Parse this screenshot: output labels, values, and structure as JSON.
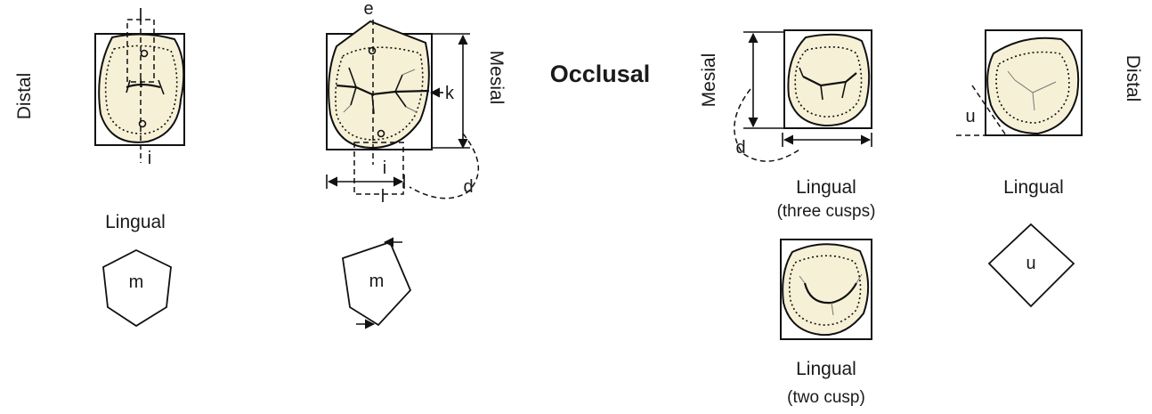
{
  "title": "Occlusal",
  "labels": {
    "distal": "Distal",
    "mesial": "Mesial",
    "lingual": "Lingual",
    "three_cusps": "(three cusps)",
    "two_cusp": "(two cusp)"
  },
  "letters": {
    "l": "l",
    "i": "i",
    "e": "e",
    "k": "k",
    "d": "d",
    "u": "u",
    "m": "m"
  },
  "colors": {
    "tooth_fill": "#f6f1d6",
    "outline": "#111111",
    "background": "#ffffff"
  }
}
